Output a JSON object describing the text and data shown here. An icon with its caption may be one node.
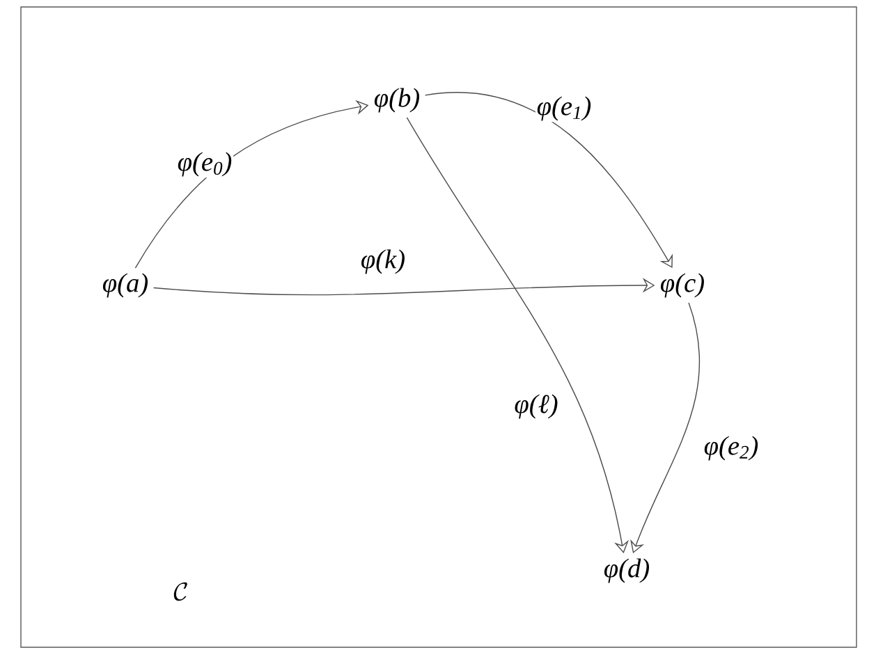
{
  "diagram": {
    "nodes": [
      {
        "text": [
          "φ(a)"
        ]
      },
      {
        "text": [
          "φ(b)"
        ]
      },
      {
        "text": [
          "φ(c)"
        ]
      },
      {
        "text": [
          "φ(d)"
        ]
      }
    ],
    "edges": [
      {
        "from": 0,
        "to": 1,
        "arrow": "to",
        "label": "φ(e$_{0}$)"
      },
      {
        "from": 1,
        "to": 2,
        "arrow": "to",
        "label": "φ(e$_{1}$)"
      },
      {
        "from": 0,
        "to": 2,
        "arrow": "to",
        "label": "φ(k)"
      },
      {
        "from": 1,
        "to": 3,
        "arrow": "to",
        "label": "φ(ℓ)"
      },
      {
        "from": 2,
        "to": 3,
        "arrow": "to",
        "label": "φ(e$_{2}$)"
      }
    ],
    "labels": [
      "\\mathcal{C}"
    ]
  }
}
